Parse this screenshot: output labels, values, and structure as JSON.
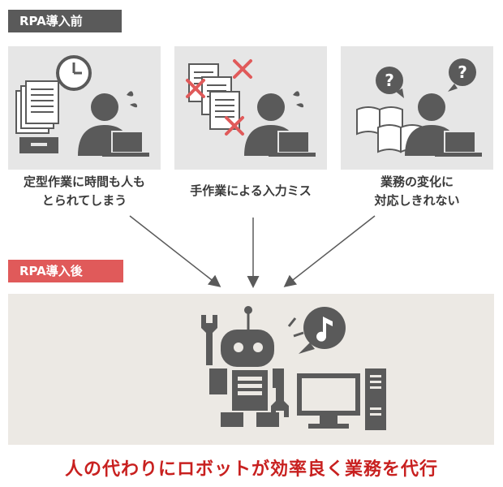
{
  "before": {
    "tag": "RPA導入前",
    "panels": [
      {
        "caption_line1": "定型作業に時間も人も",
        "caption_line2": "とられてしまう",
        "icons": [
          "document-stack-icon",
          "clock-icon",
          "person-icon",
          "laptop-icon",
          "sweat-icon"
        ]
      },
      {
        "caption_line1": "手作業による入力ミス",
        "caption_line2": "",
        "icons": [
          "document-icon",
          "error-x-icon",
          "person-icon",
          "laptop-icon",
          "sweat-icon"
        ]
      },
      {
        "caption_line1": "業務の変化に",
        "caption_line2": "対応しきれない",
        "icons": [
          "book-icon",
          "question-bubble-icon",
          "person-icon",
          "laptop-icon"
        ]
      }
    ]
  },
  "after": {
    "tag": "RPA導入後",
    "icons": [
      "robot-icon",
      "wrench-icon",
      "music-note-bubble-icon",
      "desktop-computer-icon"
    ]
  },
  "result": "人の代わりにロボットが効率良く業務を代行",
  "colors": {
    "dark_gray": "#5a5a5a",
    "after_tag": "#e05a5a",
    "result_red": "#c8201f",
    "x_red": "#e05a5a"
  }
}
